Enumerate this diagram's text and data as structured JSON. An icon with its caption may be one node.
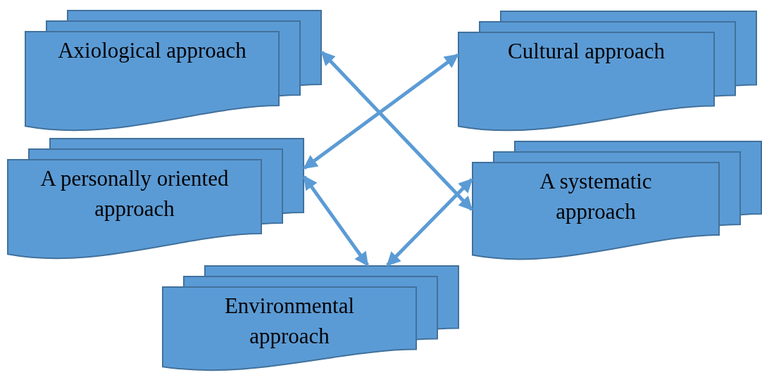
{
  "diagram": {
    "nodes": [
      {
        "text": [
          "Axiological approach"
        ]
      },
      {
        "text": [
          "Cultural approach"
        ]
      },
      {
        "text": [
          "A personally oriented approach"
        ]
      },
      {
        "text": [
          "A systematic approach"
        ]
      },
      {
        "text": [
          "Environmental approach"
        ]
      }
    ],
    "edges": [
      {
        "from": 0,
        "to": 3,
        "arrow": "both"
      },
      {
        "from": 1,
        "to": 2,
        "arrow": "both"
      },
      {
        "from": 2,
        "to": 4,
        "arrow": "both"
      },
      {
        "from": 4,
        "to": 3,
        "arrow": "both"
      }
    ]
  }
}
